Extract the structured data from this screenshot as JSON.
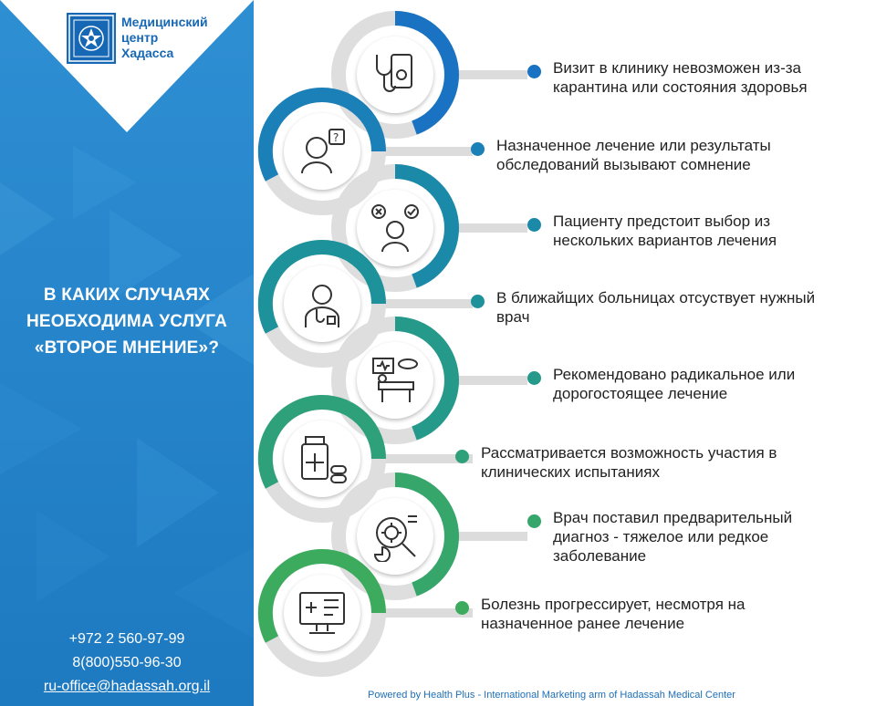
{
  "logo": {
    "line1": "Медицинский",
    "line2": "центр",
    "line3": "Хадасса"
  },
  "heading": {
    "line1": "В КАКИХ СЛУЧАЯХ",
    "line2": "НЕОБХОДИМА УСЛУГА",
    "line3": "«ВТОРОЕ МНЕНИЕ»?"
  },
  "contacts": {
    "phone1": "+972 2 560-97-99",
    "phone2": "8(800)550-96-30",
    "email": "ru-office@hadassah.org.il"
  },
  "items": [
    {
      "text": "Визит в клинику невозможен из-за карантина или состояния здоровья",
      "icon": "stethoscope-tablet-icon",
      "color": "#1a73c2"
    },
    {
      "text": "Назначенное лечение или результаты обследований вызывают сомнение",
      "icon": "doubting-person-icon",
      "color": "#1b7fb8"
    },
    {
      "text": "Пациенту предстоит выбор из нескольких вариантов лечения",
      "icon": "choice-person-icon",
      "color": "#1a8aa8"
    },
    {
      "text": "В ближайщих больницах отсуствует нужный врач",
      "icon": "doctor-icon",
      "color": "#1e929a"
    },
    {
      "text": "Рекомендовано радикальное или дорогостоящее лечение",
      "icon": "surgery-room-icon",
      "color": "#25998a"
    },
    {
      "text": "Рассматривается возможность участия в клинических испытаниях",
      "icon": "medicine-pills-icon",
      "color": "#2ea07a"
    },
    {
      "text": "Врач поставил предварительный диагноз - тяжелое или редкое заболевание",
      "icon": "virus-magnifier-icon",
      "color": "#36a66b"
    },
    {
      "text": "Болезнь прогрессирует, несмотря на назначенное ранее лечение",
      "icon": "medical-monitor-icon",
      "color": "#3dab5e"
    }
  ],
  "footer": "Powered by Health Plus - International Marketing arm of Hadassah Medical Center"
}
